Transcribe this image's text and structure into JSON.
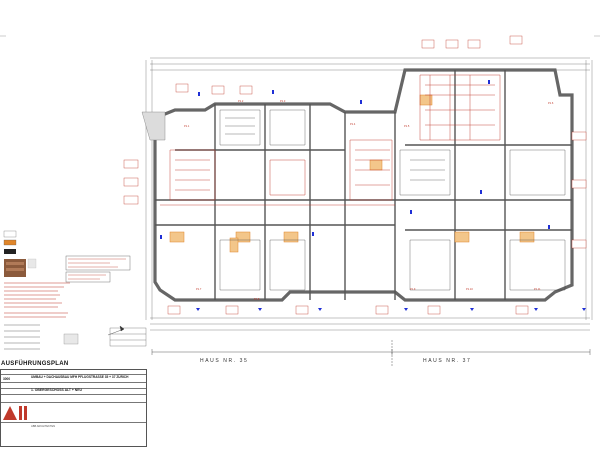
{
  "sheet": {
    "title": "AUSFÜHRUNGSPLAN",
    "plan_name": "1. OBERGESCHOSS ALT + NEU",
    "project": "UMBAU + DACHAUSBAU MFH PFLUGSTRASSE  35 + 37  ZÜRICH",
    "plan_number": "3000",
    "firm": "ABB ARCHITEKTEN"
  },
  "houses": [
    "HAUS NR. 35",
    "HAUS NR. 37"
  ],
  "rooms": [
    "P1.1",
    "P1.2",
    "P1.3",
    "P1.4",
    "P1.5",
    "P1.6",
    "P1.7",
    "P1.8",
    "P1.9",
    "P1.10",
    "P1.11"
  ],
  "colors": {
    "wall": "#bdbdbd",
    "new_wall": "#e0862a",
    "annotation": "#c0392b",
    "dimension": "#1f2fd6",
    "line": "#333333"
  }
}
